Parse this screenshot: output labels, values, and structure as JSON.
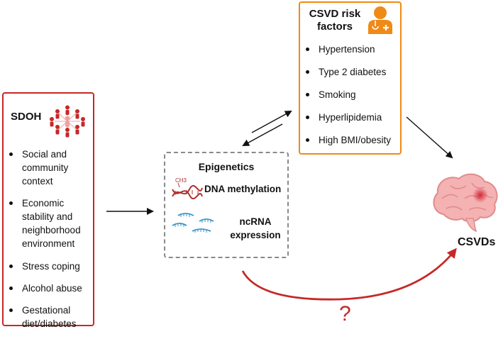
{
  "sdoh": {
    "title": "SDOH",
    "items": [
      "Social and community context",
      "Economic stability and neighborhood environment",
      "Stress coping",
      "Alcohol abuse",
      "Gestational diet/diabetes"
    ],
    "icon": "people-network-icon",
    "color": "#c62828"
  },
  "csvd_risk": {
    "title": "CSVD risk factors",
    "items": [
      "Hypertension",
      "Type 2 diabetes",
      "Smoking",
      "Hyperlipidemia",
      "High BMI/obesity"
    ],
    "icon": "doctor-icon",
    "color": "#ef8a17"
  },
  "epigenetics": {
    "title": "Epigenetics",
    "dna_methylation": "DNA methylation",
    "methyl_group": "CH3",
    "ncrna": "ncRNA expression",
    "icons": [
      "dna-icon",
      "ncrna-icon"
    ]
  },
  "outcome": {
    "label": "CSVDs",
    "icon": "brain-icon"
  },
  "unknown_path": {
    "symbol": "?",
    "color": "#c62828"
  }
}
